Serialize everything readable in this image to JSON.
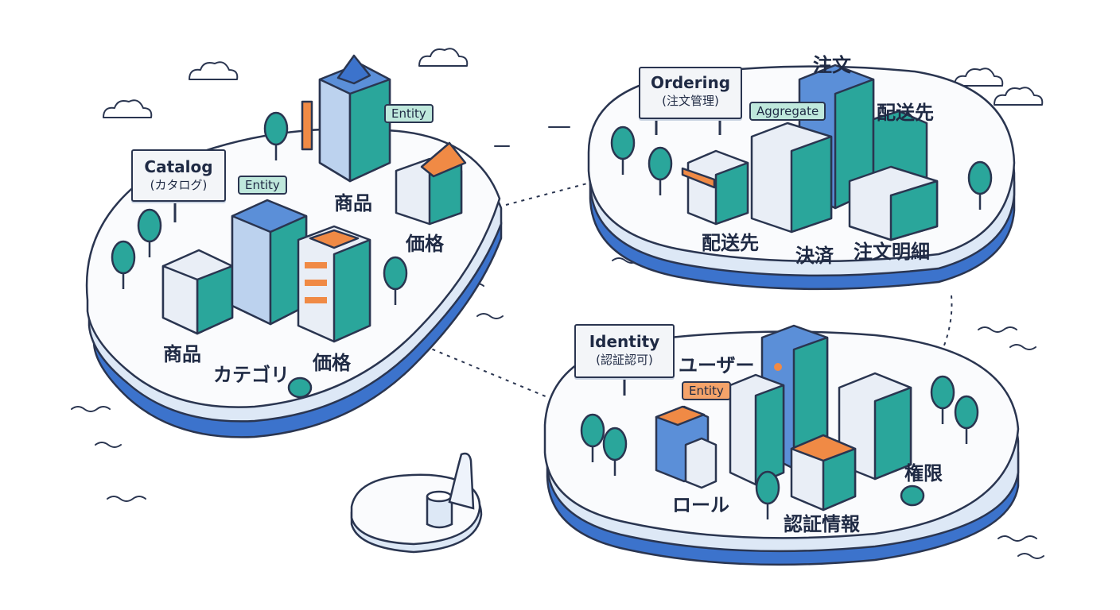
{
  "contexts": {
    "catalog": {
      "sign_title": "Catalog",
      "sign_subtitle": "(カタログ)",
      "tags": [
        "Entity",
        "Entity"
      ],
      "labels": [
        "商品",
        "価格",
        "商品",
        "カテゴリ",
        "価格"
      ]
    },
    "ordering": {
      "sign_title": "Ordering",
      "sign_subtitle": "(注文管理)",
      "tags": [
        "Aggregate"
      ],
      "labels": [
        "注文",
        "配送先",
        "配送先",
        "決済",
        "注文明細"
      ]
    },
    "identity": {
      "sign_title": "Identity",
      "sign_subtitle": "(認証認可)",
      "tags": [
        "Entity"
      ],
      "labels": [
        "ユーザー",
        "権限",
        "ロール",
        "認証情報"
      ]
    }
  },
  "colors": {
    "outline": "#2a3550",
    "island_top": "#fafbfd",
    "island_rim": "#dde8f6",
    "island_base": "#3c73cc",
    "building_teal": "#2aa69b",
    "building_blue": "#5b8fd8",
    "accent_orange": "#f08a45",
    "tree": "#2aa69b"
  }
}
